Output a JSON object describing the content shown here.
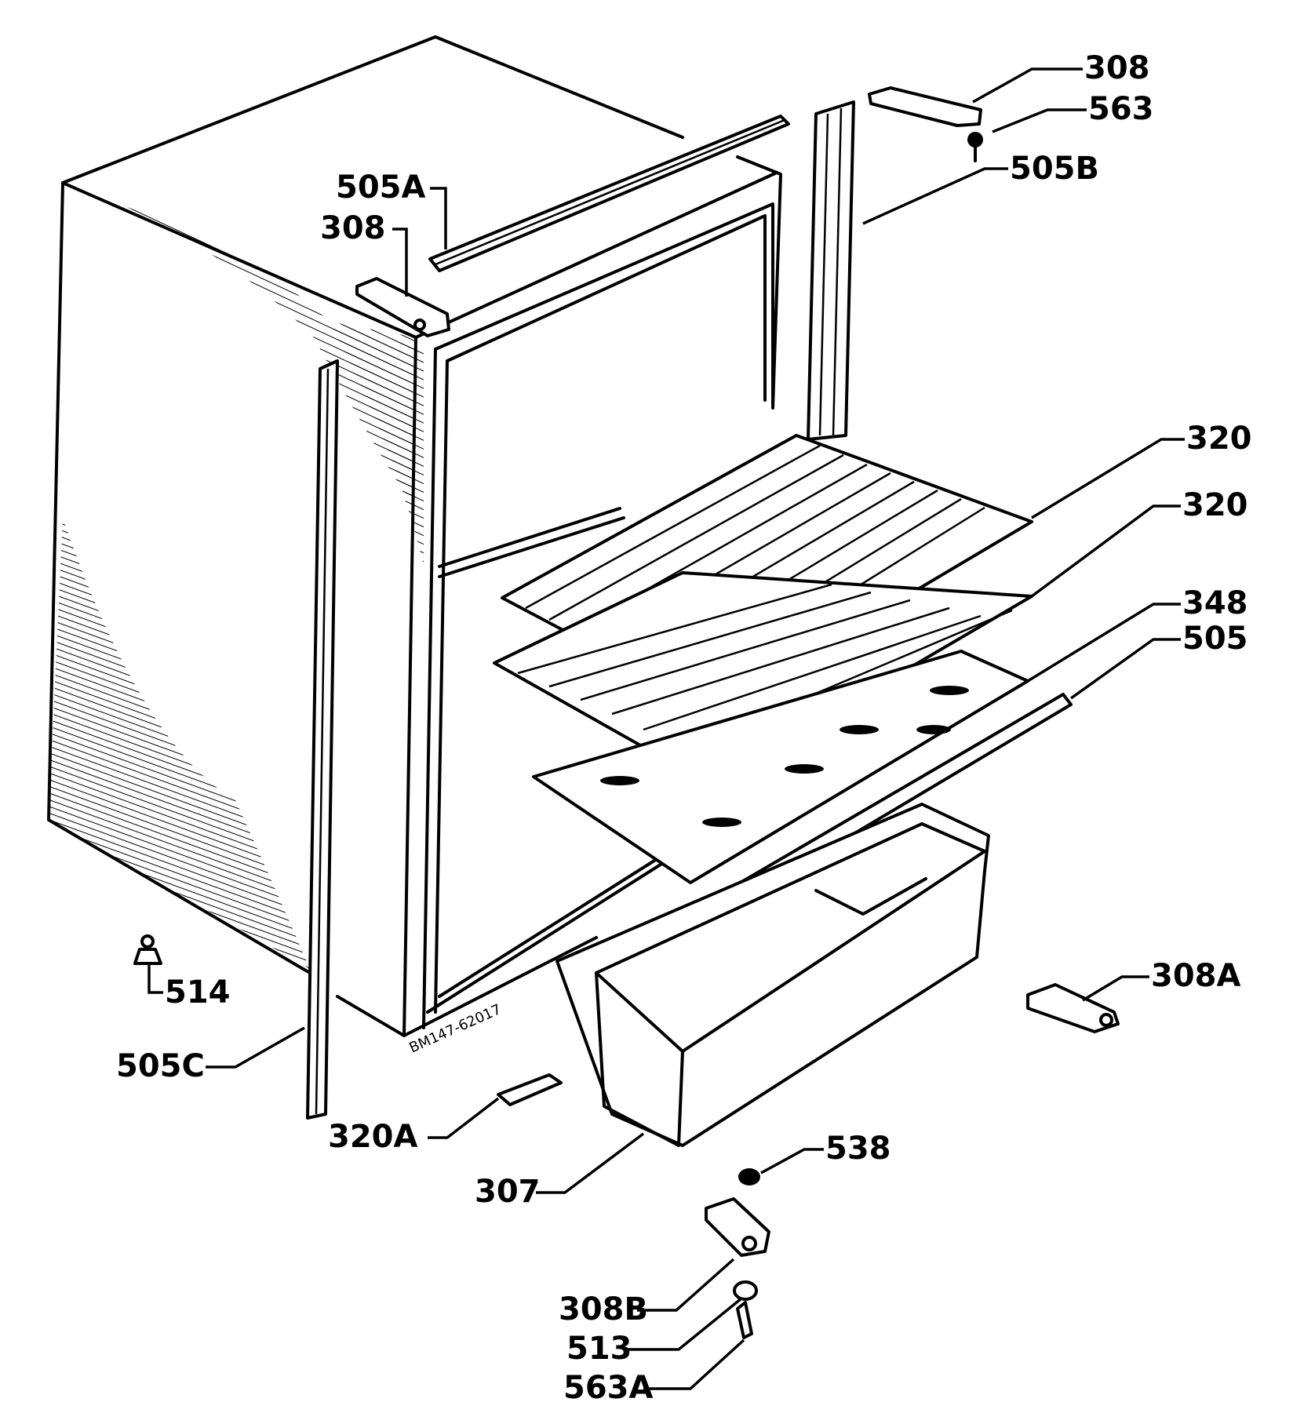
{
  "figure": {
    "drawing_number": "BM147-62017"
  },
  "labels": {
    "l308_top": "308",
    "l563": "563",
    "l505b": "505B",
    "l505a": "505A",
    "l308_left": "308",
    "l320_a": "320",
    "l320_b": "320",
    "l348": "348",
    "l505": "505",
    "l308a": "308A",
    "l514": "514",
    "l505c": "505C",
    "l320a": "320A",
    "l538": "538",
    "l307": "307",
    "l308b": "308B",
    "l513": "513",
    "l563a": "563A"
  }
}
